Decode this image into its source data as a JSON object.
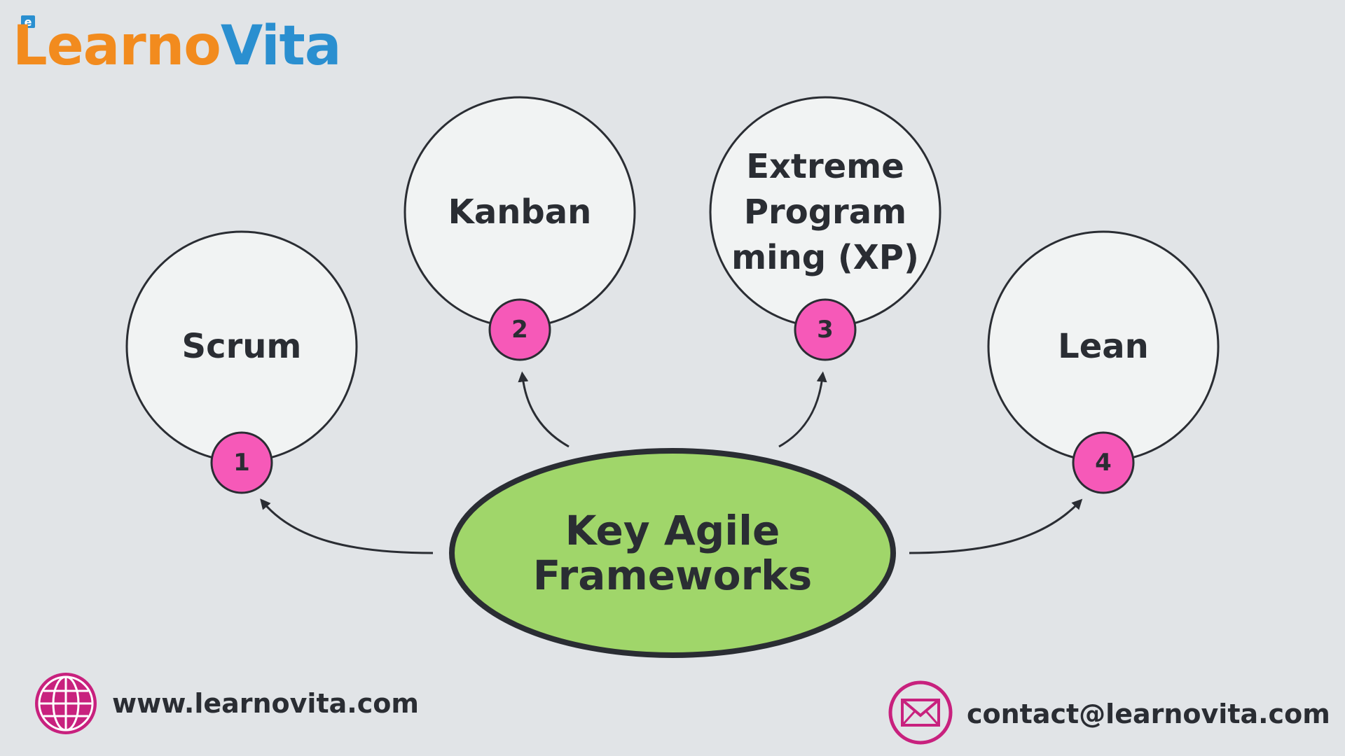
{
  "brand": {
    "logo_part1": "Learno",
    "logo_part2": "Vita",
    "logo_badge": "e",
    "color_orange": "#f28b1e",
    "color_blue": "#2a8fd0"
  },
  "diagram": {
    "center_label": "Key Agile\nFrameworks",
    "center_fill": "#a0d66a",
    "circle_fill": "#f1f3f3",
    "badge_fill": "#f659b8",
    "stroke": "#2a2d33",
    "frameworks": [
      {
        "number": "1",
        "label": "Scrum"
      },
      {
        "number": "2",
        "label": "Kanban"
      },
      {
        "number": "3",
        "label": "Extreme\nProgram\nming (XP)"
      },
      {
        "number": "4",
        "label": "Lean"
      }
    ]
  },
  "footer": {
    "website": "www.learnovita.com",
    "email": "contact@learnovita.com",
    "icon_color": "#c8217e",
    "website_icon": "globe-icon",
    "email_icon": "mail-icon"
  }
}
